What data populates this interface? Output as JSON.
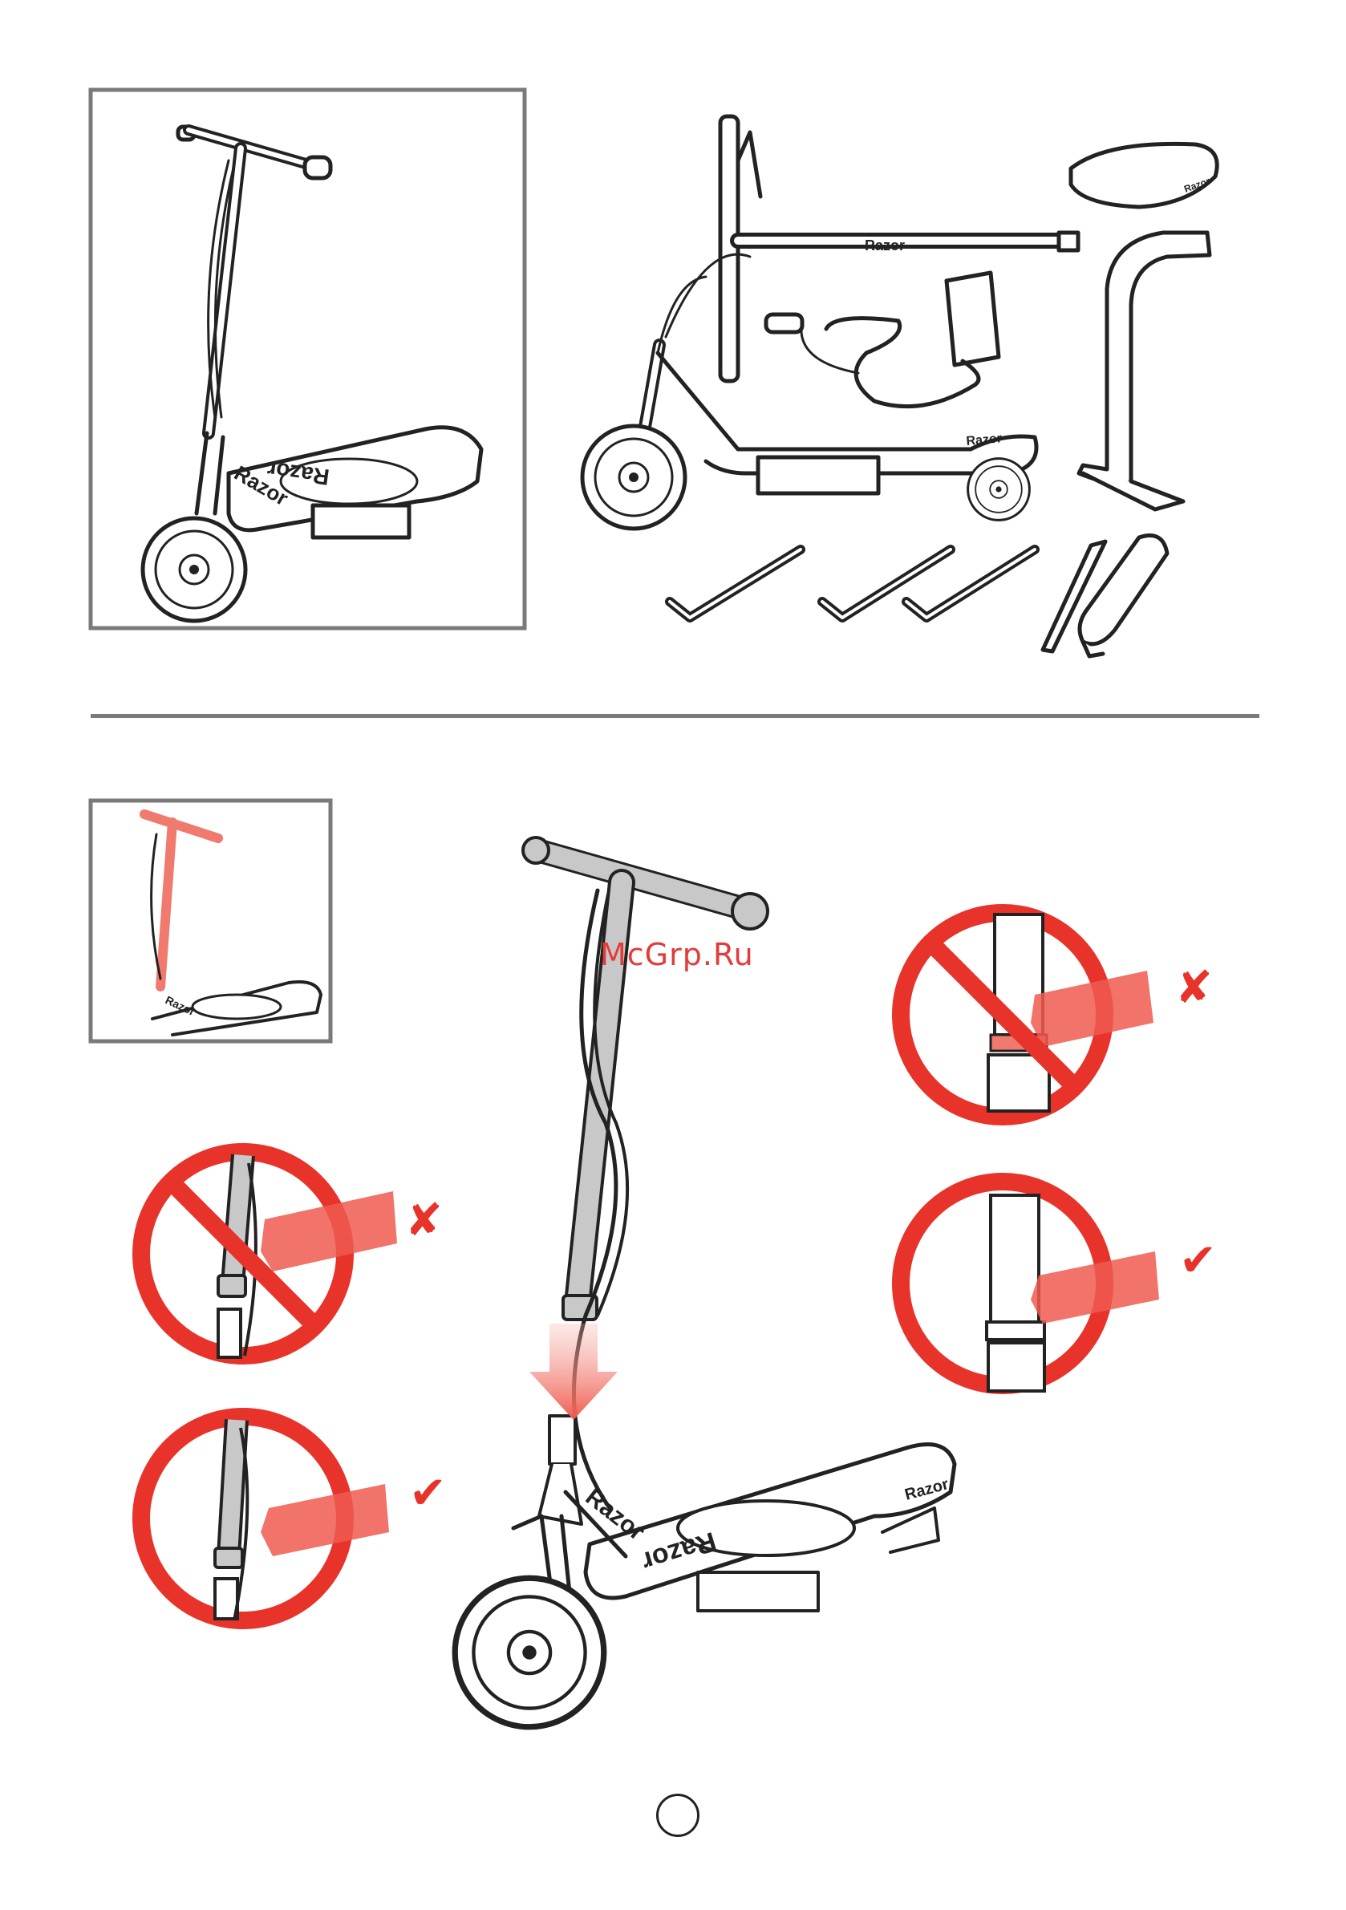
{
  "brand": {
    "wordmark": "Razor",
    "deck_logo": "Razor",
    "seat_logo": "Razor"
  },
  "watermark": "McGrp.Ru",
  "marks": {
    "wrong": "✘",
    "right": "✔"
  },
  "colors": {
    "line": "#222222",
    "frame": "#7a7a7a",
    "warning_red": "#e8332a",
    "highlight": "#f07a6e",
    "tube_grey": "#c8c8c8"
  }
}
